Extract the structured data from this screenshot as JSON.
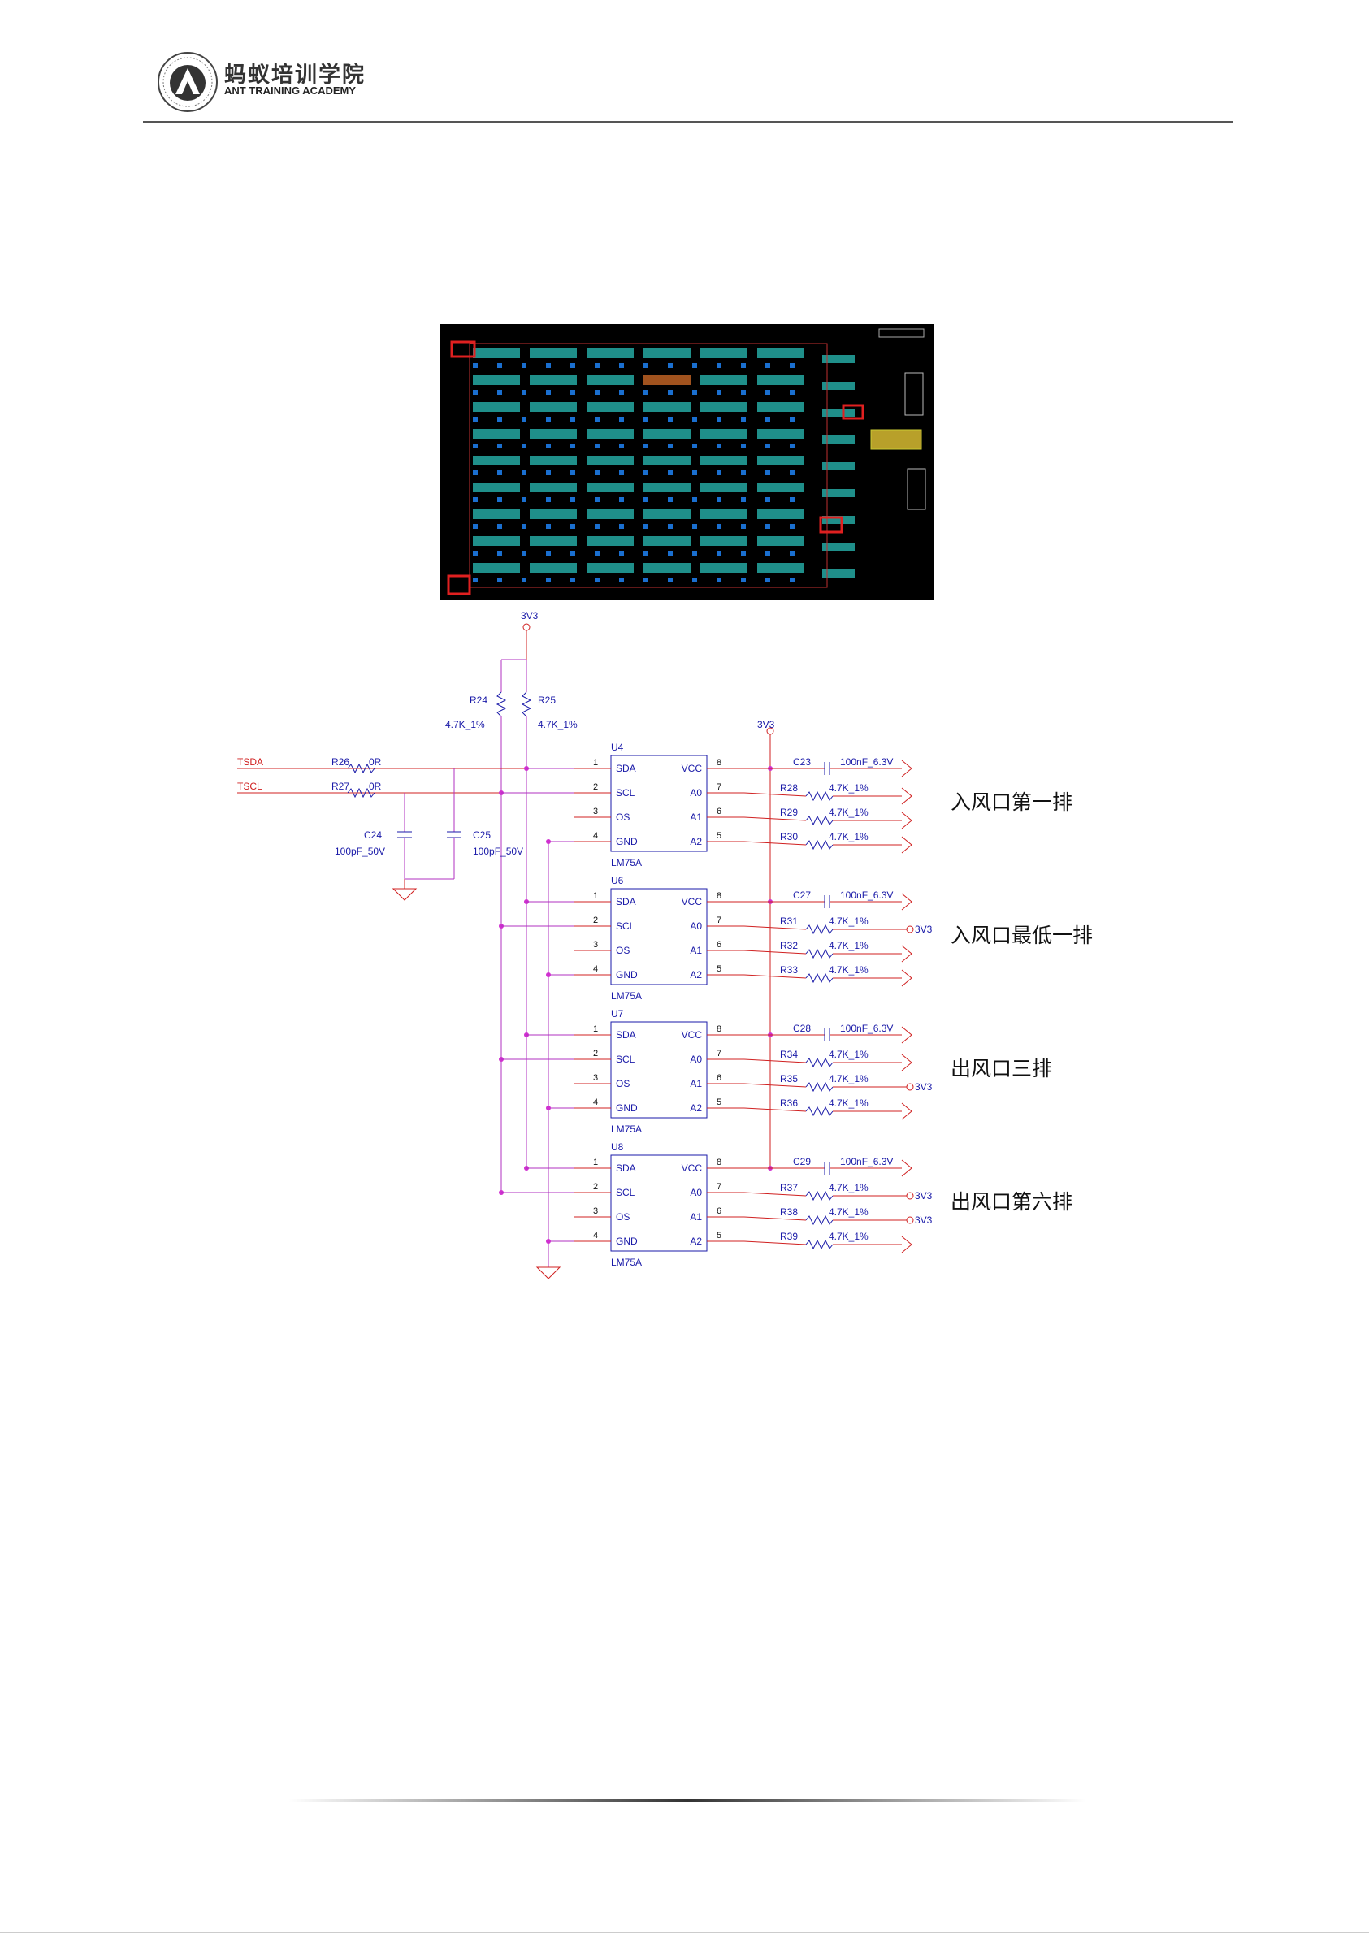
{
  "header": {
    "org_cn": "蚂蚁培训学院",
    "org_en": "ANT TRAINING ACADEMY"
  },
  "schematic": {
    "power_top": "3V3",
    "power_mid": "3V3",
    "r24": "R24",
    "r25": "R25",
    "r_pull_val": "4.7K_1%",
    "tsda": "TSDA",
    "tscl": "TSCL",
    "r26": "R26",
    "r27": "R27",
    "zero_ohm": "0R",
    "c24": "C24",
    "c25": "C25",
    "cap_100pf": "100pF_50V",
    "chips": [
      {
        "ref": "U4",
        "part": "LM75A",
        "cap": "C23",
        "ra0": "R28",
        "ra1": "R29",
        "ra2": "R30",
        "a0_3v3": "",
        "a1_3v3": "",
        "a2_3v3": ""
      },
      {
        "ref": "U6",
        "part": "LM75A",
        "cap": "C27",
        "ra0": "R31",
        "ra1": "R32",
        "ra2": "R33",
        "a0_3v3": "3V3",
        "a1_3v3": "",
        "a2_3v3": ""
      },
      {
        "ref": "U7",
        "part": "LM75A",
        "cap": "C28",
        "ra0": "R34",
        "ra1": "R35",
        "ra2": "R36",
        "a0_3v3": "",
        "a1_3v3": "3V3",
        "a2_3v3": ""
      },
      {
        "ref": "U8",
        "part": "LM75A",
        "cap": "C29",
        "ra0": "R37",
        "ra1": "R38",
        "ra2": "R39",
        "a0_3v3": "3V3",
        "a1_3v3": "3V3",
        "a2_3v3": ""
      }
    ],
    "pins_left": [
      "SDA",
      "SCL",
      "OS",
      "GND"
    ],
    "pins_right": [
      "VCC",
      "A0",
      "A1",
      "A2"
    ],
    "pin_nums_left": [
      "1",
      "2",
      "3",
      "4"
    ],
    "pin_nums_right": [
      "8",
      "7",
      "6",
      "5"
    ],
    "cap_100nf": "100nF_6.3V",
    "res_4k7": "4.7K_1%"
  },
  "labels": [
    "入风口第一排",
    "入风口最低一排",
    "出风口三排",
    "出风口第六排"
  ]
}
